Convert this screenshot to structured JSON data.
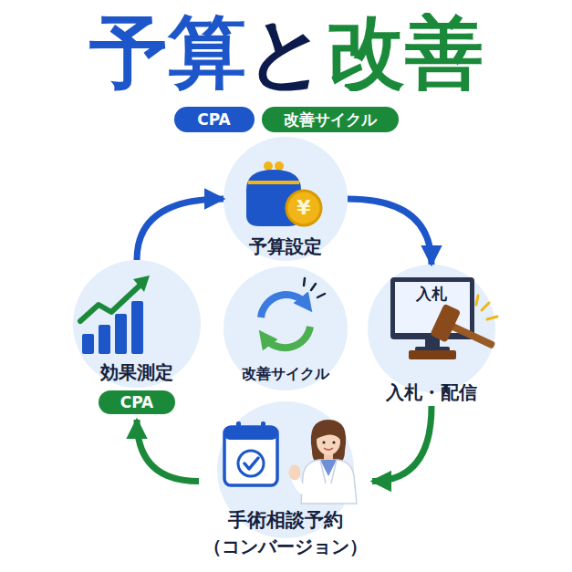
{
  "diagram": {
    "title": "予算と改善",
    "nodes": [
      {
        "text": [
          "CPA"
        ]
      },
      {
        "text": [
          "改善サイクル"
        ]
      },
      {
        "text": [
          "予算設定"
        ]
      },
      {
        "text": [
          "効果測定"
        ]
      },
      {
        "text": [
          "CPA"
        ],
        "in": 3
      },
      {
        "text": [
          "改善サイクル"
        ]
      },
      {
        "text": [
          "入札・配信"
        ]
      },
      {
        "text": [
          "手術相談予約",
          "（コンバージョン）"
        ]
      }
    ],
    "edges": [
      {
        "from": 2,
        "to": 6,
        "arrow": "to"
      },
      {
        "from": 6,
        "to": 7,
        "arrow": "to"
      },
      {
        "from": 7,
        "to": 3,
        "arrow": "to"
      },
      {
        "from": 3,
        "to": 2,
        "arrow": "to"
      }
    ],
    "labels": [
      "入札",
      "¥"
    ]
  }
}
